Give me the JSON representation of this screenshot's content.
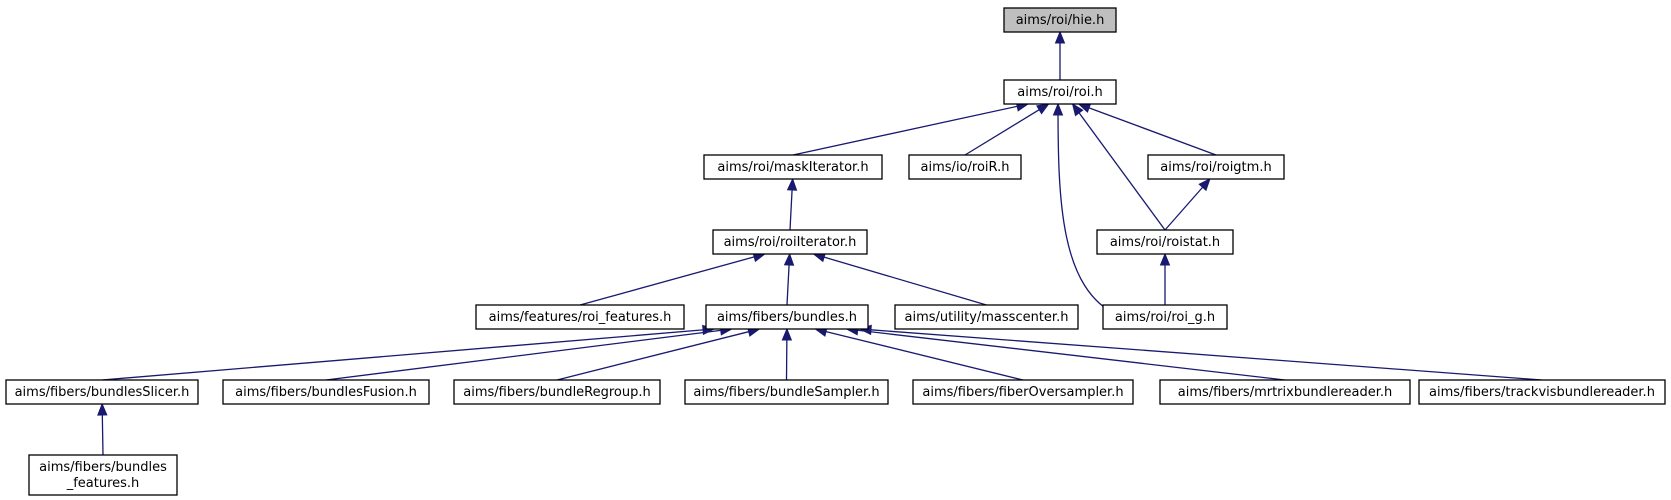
{
  "nodes": [
    {
      "id": "hie",
      "lines": [
        "aims/roi/hie.h"
      ],
      "highlighted": true
    },
    {
      "id": "roi",
      "lines": [
        "aims/roi/roi.h"
      ]
    },
    {
      "id": "maskIterator",
      "lines": [
        "aims/roi/maskIterator.h"
      ]
    },
    {
      "id": "roiR",
      "lines": [
        "aims/io/roiR.h"
      ]
    },
    {
      "id": "roigtm",
      "lines": [
        "aims/roi/roigtm.h"
      ]
    },
    {
      "id": "roiIterator",
      "lines": [
        "aims/roi/roiIterator.h"
      ]
    },
    {
      "id": "roistat",
      "lines": [
        "aims/roi/roistat.h"
      ]
    },
    {
      "id": "roi_features",
      "lines": [
        "aims/features/roi_features.h"
      ]
    },
    {
      "id": "bundles",
      "lines": [
        "aims/fibers/bundles.h"
      ]
    },
    {
      "id": "masscenter",
      "lines": [
        "aims/utility/masscenter.h"
      ]
    },
    {
      "id": "roi_g",
      "lines": [
        "aims/roi/roi_g.h"
      ]
    },
    {
      "id": "bundlesSlicer",
      "lines": [
        "aims/fibers/bundlesSlicer.h"
      ]
    },
    {
      "id": "bundlesFusion",
      "lines": [
        "aims/fibers/bundlesFusion.h"
      ]
    },
    {
      "id": "bundleRegroup",
      "lines": [
        "aims/fibers/bundleRegroup.h"
      ]
    },
    {
      "id": "bundleSampler",
      "lines": [
        "aims/fibers/bundleSampler.h"
      ]
    },
    {
      "id": "fiberOversampler",
      "lines": [
        "aims/fibers/fiberOversampler.h"
      ]
    },
    {
      "id": "mrtrixbundlereader",
      "lines": [
        "aims/fibers/mrtrixbundlereader.h"
      ]
    },
    {
      "id": "trackvisbundlereader",
      "lines": [
        "aims/fibers/trackvisbundlereader.h"
      ]
    },
    {
      "id": "bundles_features",
      "lines": [
        "aims/fibers/bundles",
        "_features.h"
      ]
    }
  ],
  "edges": [
    {
      "from": "roi",
      "to": "hie"
    },
    {
      "from": "maskIterator",
      "to": "roi"
    },
    {
      "from": "roiR",
      "to": "roi"
    },
    {
      "from": "roigtm",
      "to": "roi"
    },
    {
      "from": "roistat",
      "to": "roi"
    },
    {
      "from": "roi_g",
      "to": "roi"
    },
    {
      "from": "roiIterator",
      "to": "maskIterator"
    },
    {
      "from": "roistat",
      "to": "roigtm"
    },
    {
      "from": "roi_g",
      "to": "roistat"
    },
    {
      "from": "roi_features",
      "to": "roiIterator"
    },
    {
      "from": "bundles",
      "to": "roiIterator"
    },
    {
      "from": "masscenter",
      "to": "roiIterator"
    },
    {
      "from": "bundlesSlicer",
      "to": "bundles"
    },
    {
      "from": "bundlesFusion",
      "to": "bundles"
    },
    {
      "from": "bundleRegroup",
      "to": "bundles"
    },
    {
      "from": "bundleSampler",
      "to": "bundles"
    },
    {
      "from": "fiberOversampler",
      "to": "bundles"
    },
    {
      "from": "mrtrixbundlereader",
      "to": "bundles"
    },
    {
      "from": "trackvisbundlereader",
      "to": "bundles"
    },
    {
      "from": "bundles_features",
      "to": "bundlesSlicer"
    }
  ]
}
